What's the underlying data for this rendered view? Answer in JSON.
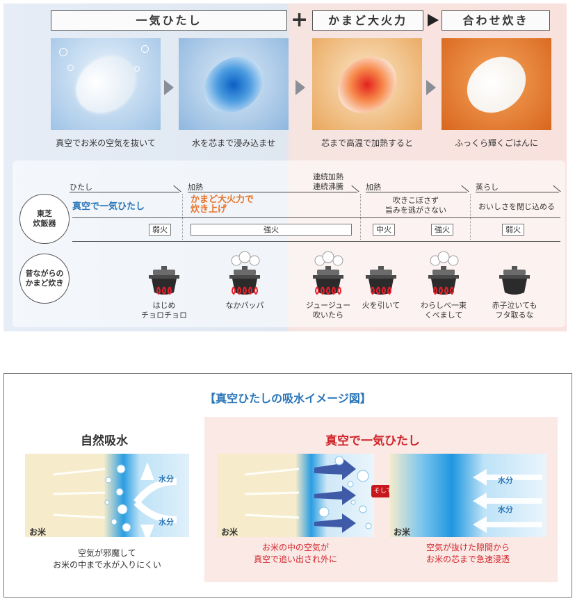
{
  "header": {
    "soak": "一気ひたし",
    "plus": "+",
    "fire": "かまど大火力",
    "combine": "合わせ炊き"
  },
  "steps": [
    {
      "caption": "真空でお米の空気を抜いて"
    },
    {
      "caption": "水を芯まで浸み込ませ"
    },
    {
      "caption": "芯まで高温で加熱すると"
    },
    {
      "caption": "ふっくら輝くごはんに"
    }
  ],
  "phases": {
    "soak": "ひたし",
    "heat": "加熱",
    "boil_line1": "連続加熱",
    "boil_line2": "連続沸騰",
    "heat2": "加熱",
    "steam": "蒸らし"
  },
  "toshiba": {
    "label_line1": "東芝",
    "label_line2": "炊飯器",
    "desc_soak": "真空で一気ひたし",
    "desc_fire_line1": "かまど大火力で",
    "desc_fire_line2": "炊き上げ",
    "desc_heat2_line1": "吹きこぼさず",
    "desc_heat2_line2": "旨みを逃がさない",
    "desc_steam": "おいしさを閉じ込める",
    "heat_low1": "弱火",
    "heat_strong": "強火",
    "heat_mid": "中火",
    "heat_strong2": "強火",
    "heat_low2": "弱火"
  },
  "kamado": {
    "label_line1": "昔ながらの",
    "label_line2": "かまど炊き",
    "pots": [
      {
        "line1": "はじめ",
        "line2": "チョロチョロ"
      },
      {
        "line1": "なかパッパ",
        "line2": ""
      },
      {
        "line1": "ジュージュー",
        "line2": "吹いたら"
      },
      {
        "line1": "火を引いて",
        "line2": ""
      },
      {
        "line1": "わらしべ一束",
        "line2": "くべまして"
      },
      {
        "line1": "赤子泣いても",
        "line2": "フタ取るな"
      }
    ]
  },
  "absorb": {
    "title": "【真空ひたしの吸水イメージ図】",
    "natural_title": "自然吸水",
    "vacuum_title": "真空で一気ひたし",
    "water": "水分",
    "rice": "お米",
    "then": "そして",
    "natural_caption_line1": "空気が邪魔して",
    "natural_caption_line2": "お米の中まで水が入りにくい",
    "vac1_caption_line1": "お米の中の空気が",
    "vac1_caption_line2": "真空で追い出され外に",
    "vac2_caption_line1": "空気が抜けた隙間から",
    "vac2_caption_line2": "お米の芯まで急速浸透"
  },
  "colors": {
    "accent_blue": "#2a76b8",
    "accent_orange": "#e8742a",
    "accent_red": "#d0252a",
    "flame": "#e8202c"
  }
}
